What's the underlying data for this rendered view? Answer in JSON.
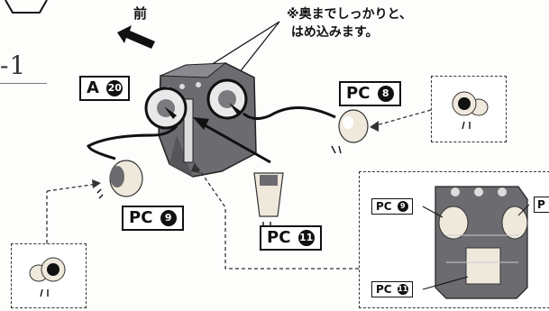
{
  "step": {
    "number": "-1"
  },
  "direction": {
    "front_label": "前"
  },
  "note": {
    "text": "※奥までしっかりと、\n はめ込みます。"
  },
  "parts": {
    "a20": {
      "prefix": "A",
      "num": "20"
    },
    "pc8": {
      "prefix": "PC",
      "num": "8"
    },
    "pc9": {
      "prefix": "PC",
      "num": "9"
    },
    "pc11": {
      "prefix": "PC",
      "num": "11"
    }
  },
  "inset": {
    "pc9": {
      "prefix": "PC",
      "num": "9"
    },
    "pc11": {
      "prefix": "PC",
      "num": "11"
    },
    "pc_right": {
      "prefix": "P"
    }
  },
  "colors": {
    "line": "#111111",
    "part_gray": "#6b6b70",
    "pc_part": "#efe9dc"
  }
}
